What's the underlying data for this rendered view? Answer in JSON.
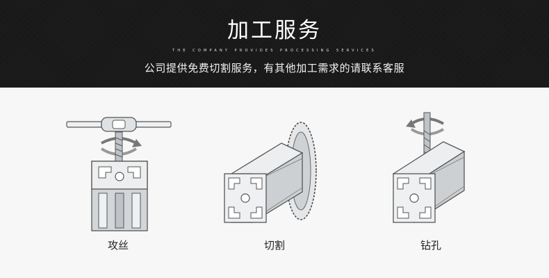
{
  "banner": {
    "title": "加工服务",
    "subtitle_en": "THE COMPANY PROVIDES PROCESSING SERVICES",
    "subtitle_cn": "公司提供免费切割服务，有其他加工需求的请联系客服"
  },
  "services": [
    {
      "label": "攻丝",
      "icon": "tapping-illustration"
    },
    {
      "label": "切割",
      "icon": "cutting-illustration"
    },
    {
      "label": "钻孔",
      "icon": "drilling-illustration"
    }
  ],
  "colors": {
    "banner_bg": "#151515",
    "page_bg": "#f7f7f8",
    "aluminum_light": "#e6e8ea",
    "aluminum_mid": "#c9ccd0",
    "outline": "#555555"
  }
}
